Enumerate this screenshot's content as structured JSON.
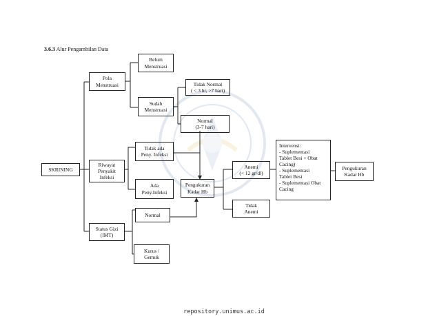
{
  "heading": {
    "number": "3.6.3",
    "title": "Alur Pengambilan Data"
  },
  "nodes": {
    "skrining": "SKRINING",
    "pola_menstruasi": "Pola\nMenstruasi",
    "belum_menstruasi": "Belum\nMenstruasi",
    "sudah_menstruasi": "Sudah\nMenstruasi",
    "tidak_normal": "Tidak Normal\n( < 3 hr, >7 hari)",
    "normal_menstruasi": "Normal\n(3-7 hari)",
    "riwayat_penyakit": "Riwayat\nPenyakit\nInfeksi",
    "tidak_ada_infeksi": "Tidak ada\nPeny. Infeksi",
    "ada_infeksi": "Ada\nPeny.Infeksi",
    "status_gizi": "Status Gizi\n(IMT)",
    "normal_gizi": "Normal",
    "kurus_gemuk": "Kurus /\nGemuk",
    "pengukuran_hb": "Pengukuran\nKadar Hb",
    "anemi": "Anemi\n(< 12 gr/dl)",
    "tidak_anemi": "Tidak\nAnemi",
    "intervensi": "Intervensi:\n- Suplementasi\nTablet Besi + Obat\nCacing)\n- Suplementasi\nTablet Besi\n- Suplementasi Obat\nCacing",
    "pengukuran_hb_final": "Pengukuran\nKadar Hb"
  },
  "footer": "repository.unimus.ac.id",
  "colors": {
    "line": "#222222",
    "watermark": "#6f8fb8"
  }
}
